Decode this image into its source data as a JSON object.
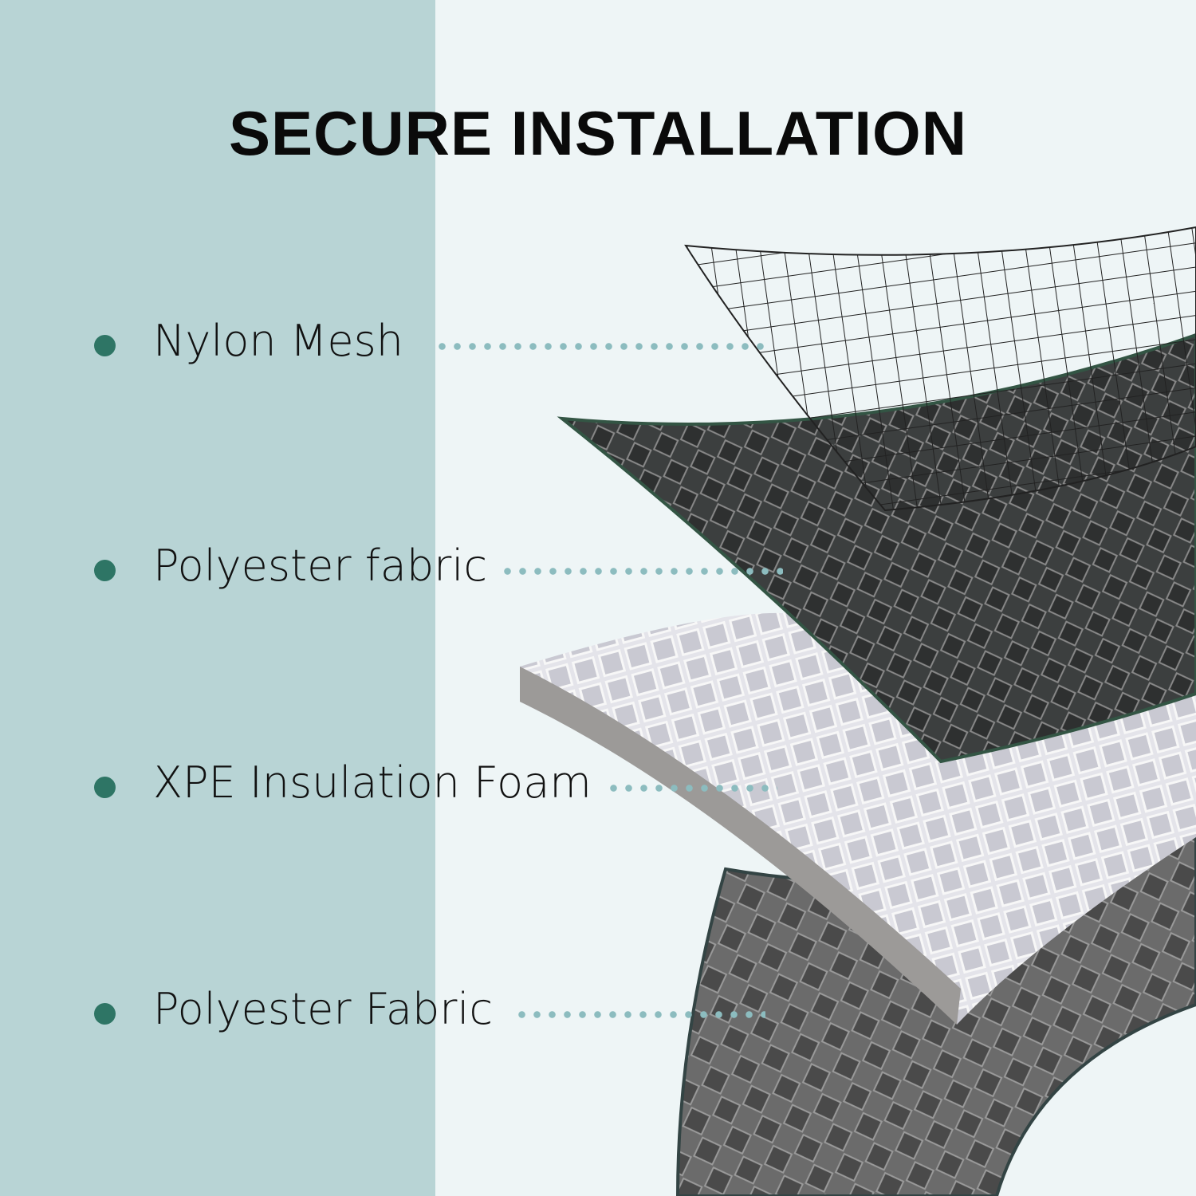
{
  "title": "SECURE INSTALLATION",
  "layers": [
    {
      "label": "Nylon Mesh"
    },
    {
      "label": "Polyester fabric"
    },
    {
      "label": "XPE Insulation Foam"
    },
    {
      "label": "Polyester Fabric"
    }
  ],
  "colors": {
    "left_panel": "#b8d4d5",
    "background": "#eef5f6",
    "bullet": "#2e7565",
    "leader_dots": "#8cbcbf"
  }
}
